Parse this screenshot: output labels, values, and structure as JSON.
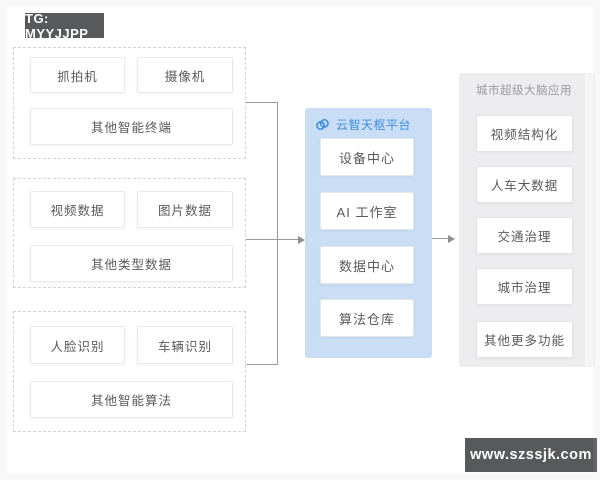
{
  "watermarks": {
    "top_left": "TG: MYYJJPP",
    "bottom_right": "www.szssjk.com"
  },
  "left_groups": [
    {
      "name": "smart-terminals",
      "row": [
        "抓拍机",
        "摄像机"
      ],
      "wide": "其他智能终端"
    },
    {
      "name": "data-types",
      "row": [
        "视频数据",
        "图片数据"
      ],
      "wide": "其他类型数据"
    },
    {
      "name": "smart-algorithms",
      "row": [
        "人脸识别",
        "车辆识别"
      ],
      "wide": "其他智能算法"
    }
  ],
  "platform_panel": {
    "icon": "swirl-link-icon",
    "title": "云智天枢平台",
    "items": [
      "设备中心",
      "AI 工作室",
      "数据中心",
      "算法仓库"
    ]
  },
  "application_panel": {
    "title": "城市超级大脑应用",
    "items": [
      "视频结构化",
      "人车大数据",
      "交通治理",
      "城市治理",
      "其他更多功能"
    ]
  },
  "colors": {
    "badge_bg": "#58595b",
    "platform_bg": "#c9def4",
    "platform_title": "#3f8ce0",
    "application_bg": "#ededef",
    "application_title": "#9b9b9b",
    "connector": "#9a9a9a",
    "node_text": "#5a5a5a",
    "dashed_border": "#d4d4d4"
  }
}
